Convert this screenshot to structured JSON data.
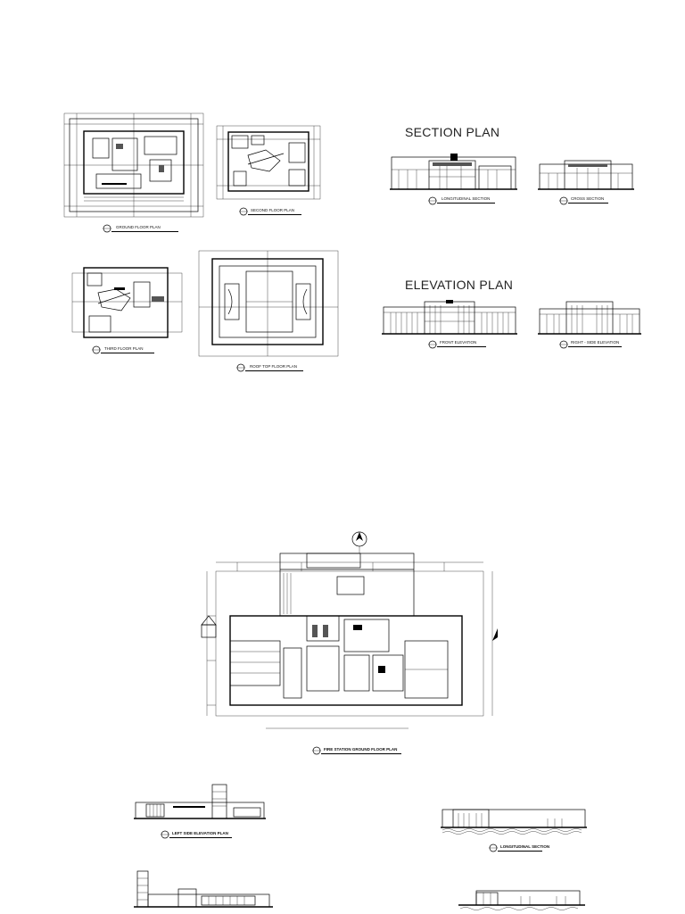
{
  "sheet_top": {
    "section_heading": "SECTION PLAN",
    "elevation_heading": "ELEVATION PLAN",
    "captions": {
      "ground_floor": "GROUND FLOOR PLAN",
      "second_floor": "SECOND FLOOR PLAN",
      "third_floor": "THIRD FLOOR PLAN",
      "roof_top": "ROOF TOP FLOOR PLAN",
      "longitudinal_section": "LONGITUDINAL SECTION",
      "cross_section": "CROSS SECTION",
      "front_elevation": "FRONT ELEVATION",
      "right_side_elevation": "RIGHT - SIDE ELEVATION"
    }
  },
  "sheet_bottom": {
    "captions": {
      "fire_station_ground_floor": "FIRE STATION GROUND FLOOR PLAN",
      "left_side_elevation": "LEFT SIDE ELEVATION PLAN",
      "longitudinal_section": "LONGITUDINAL SECTION"
    }
  }
}
